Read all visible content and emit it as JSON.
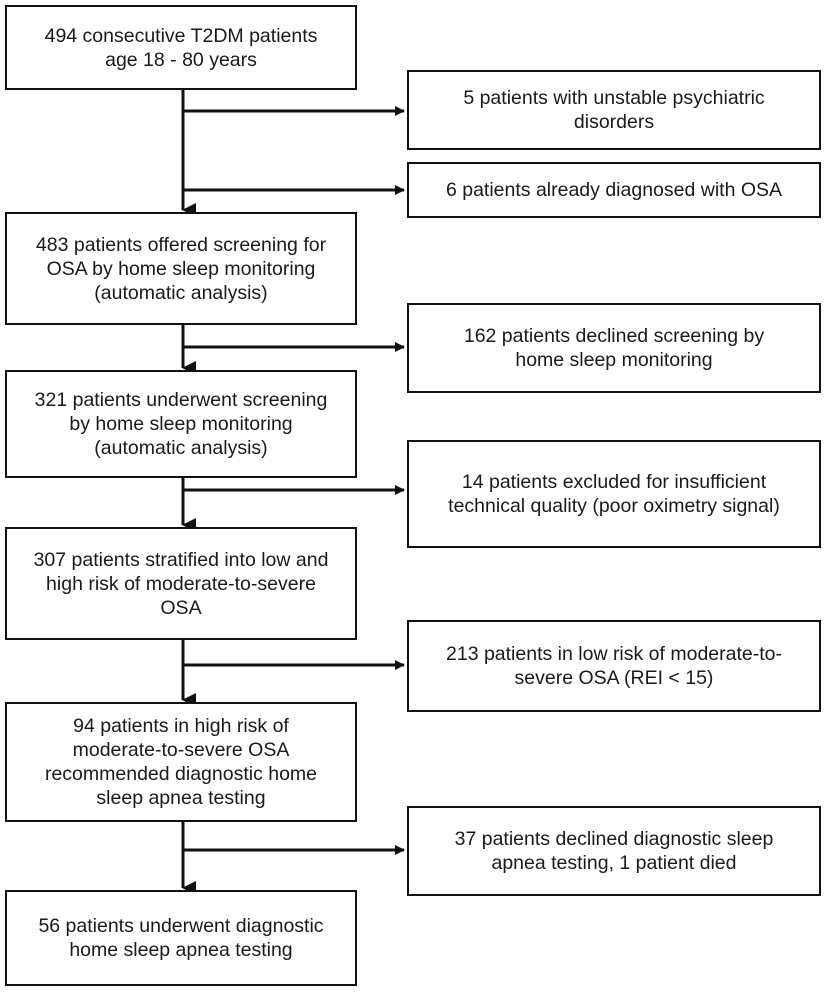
{
  "main_flow": [
    {
      "id": "m1",
      "text": "494 consecutive T2DM patients\nage 18 - 80 years"
    },
    {
      "id": "m2",
      "text": "483 patients offered screening for\nOSA  by home sleep monitoring\n(automatic analysis)"
    },
    {
      "id": "m3",
      "text": "321 patients underwent screening\nby home sleep monitoring\n(automatic analysis)"
    },
    {
      "id": "m4",
      "text": "307 patients stratified into low and\nhigh risk of moderate-to-severe\nOSA"
    },
    {
      "id": "m5",
      "text": "94 patients in high risk of\nmoderate-to-severe OSA\nrecommended diagnostic home\nsleep apnea testing"
    },
    {
      "id": "m6",
      "text": "56 patients underwent diagnostic\nhome sleep apnea testing"
    }
  ],
  "exclusions": [
    {
      "id": "e1",
      "text": "5 patients with unstable psychiatric\ndisorders"
    },
    {
      "id": "e2",
      "text": "6 patients already diagnosed with OSA"
    },
    {
      "id": "e3",
      "text": "162  patients declined screening by\nhome sleep monitoring"
    },
    {
      "id": "e4",
      "text": "14 patients excluded for insufficient\ntechnical quality (poor oximetry signal)"
    },
    {
      "id": "e5",
      "text": "213 patients in low risk of moderate-to-\nsevere OSA  (REI < 15)"
    },
    {
      "id": "e6",
      "text": "37 patients declined diagnostic sleep\napnea testing, 1 patient died"
    }
  ]
}
